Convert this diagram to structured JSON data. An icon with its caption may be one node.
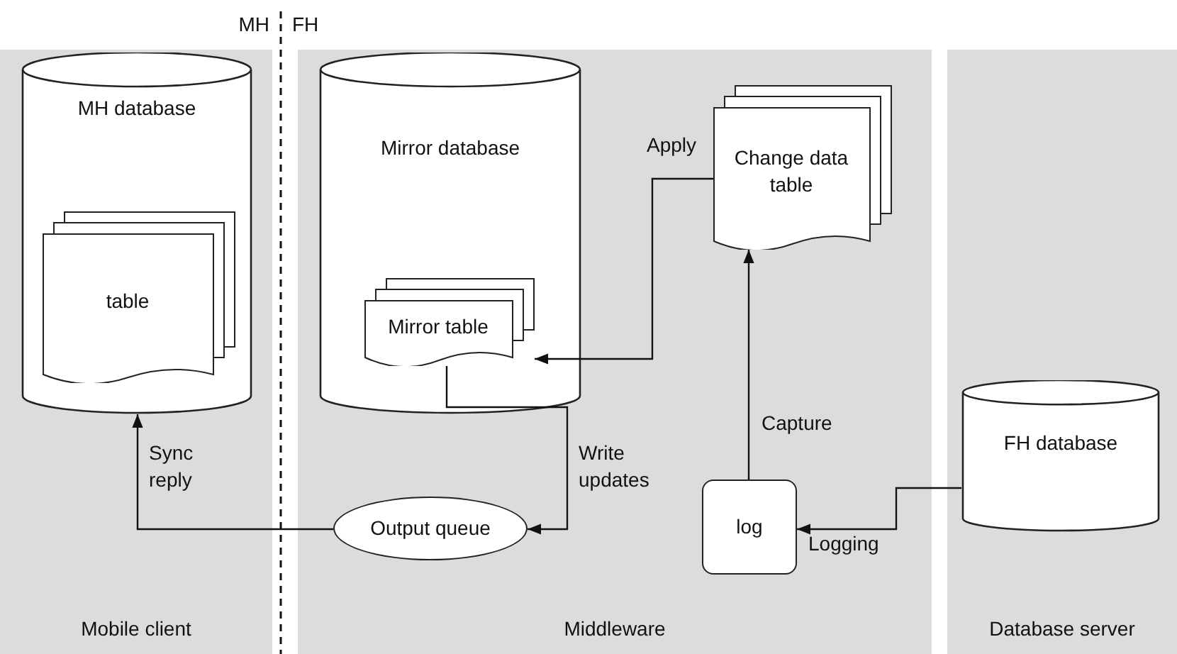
{
  "diagram": {
    "nodes": [
      {
        "text": [
          "Mobile client"
        ]
      },
      {
        "text": [
          "MH database"
        ],
        "in": 0
      },
      {
        "text": [
          "table"
        ],
        "in": 1
      },
      {
        "text": [
          "Middleware"
        ]
      },
      {
        "text": [
          "Mirror database"
        ],
        "in": 3
      },
      {
        "text": [
          "Mirror table"
        ],
        "in": 4
      },
      {
        "text": [
          "Change data table"
        ],
        "in": 3
      },
      {
        "text": [
          "Output queue"
        ],
        "in": 3
      },
      {
        "text": [
          "log"
        ],
        "in": 3
      },
      {
        "text": [
          "Database server"
        ]
      },
      {
        "text": [
          "FH database"
        ],
        "in": 9
      }
    ],
    "edges": [
      {
        "from": 6,
        "to": 5,
        "arrow": "to",
        "label": "Apply"
      },
      {
        "from": 5,
        "to": 7,
        "arrow": "to",
        "label": "Write updates"
      },
      {
        "from": 7,
        "to": 1,
        "arrow": "to",
        "label": "Sync reply"
      },
      {
        "from": 8,
        "to": 6,
        "arrow": "to",
        "label": "Capture"
      },
      {
        "from": 10,
        "to": 8,
        "arrow": "to",
        "label": "Logging"
      }
    ],
    "labels": [
      "MH",
      "FH"
    ]
  }
}
